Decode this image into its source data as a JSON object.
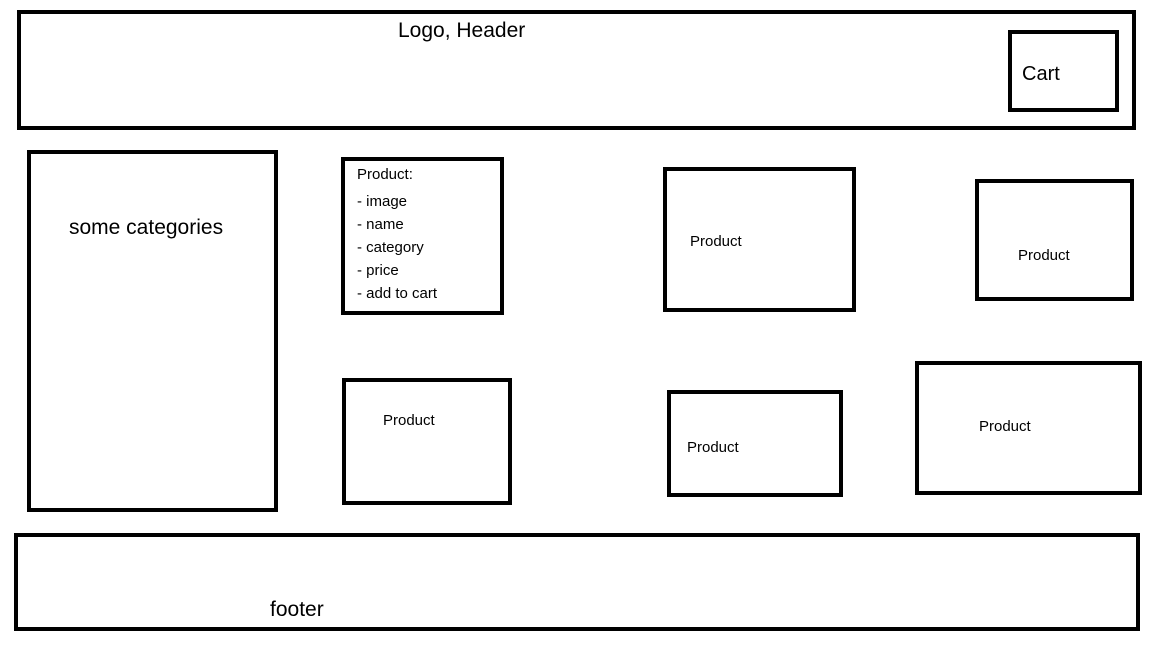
{
  "header": {
    "title": "Logo, Header",
    "cart_label": "Cart"
  },
  "sidebar": {
    "label": "some categories"
  },
  "product_detail": {
    "label": "Product:",
    "fields": [
      "- image",
      "- name",
      "- category",
      "- price",
      "- add to cart"
    ]
  },
  "products": [
    {
      "label": "Product"
    },
    {
      "label": "Product"
    },
    {
      "label": "Product"
    },
    {
      "label": "Product"
    },
    {
      "label": "Product"
    }
  ],
  "footer": {
    "label": "footer"
  }
}
